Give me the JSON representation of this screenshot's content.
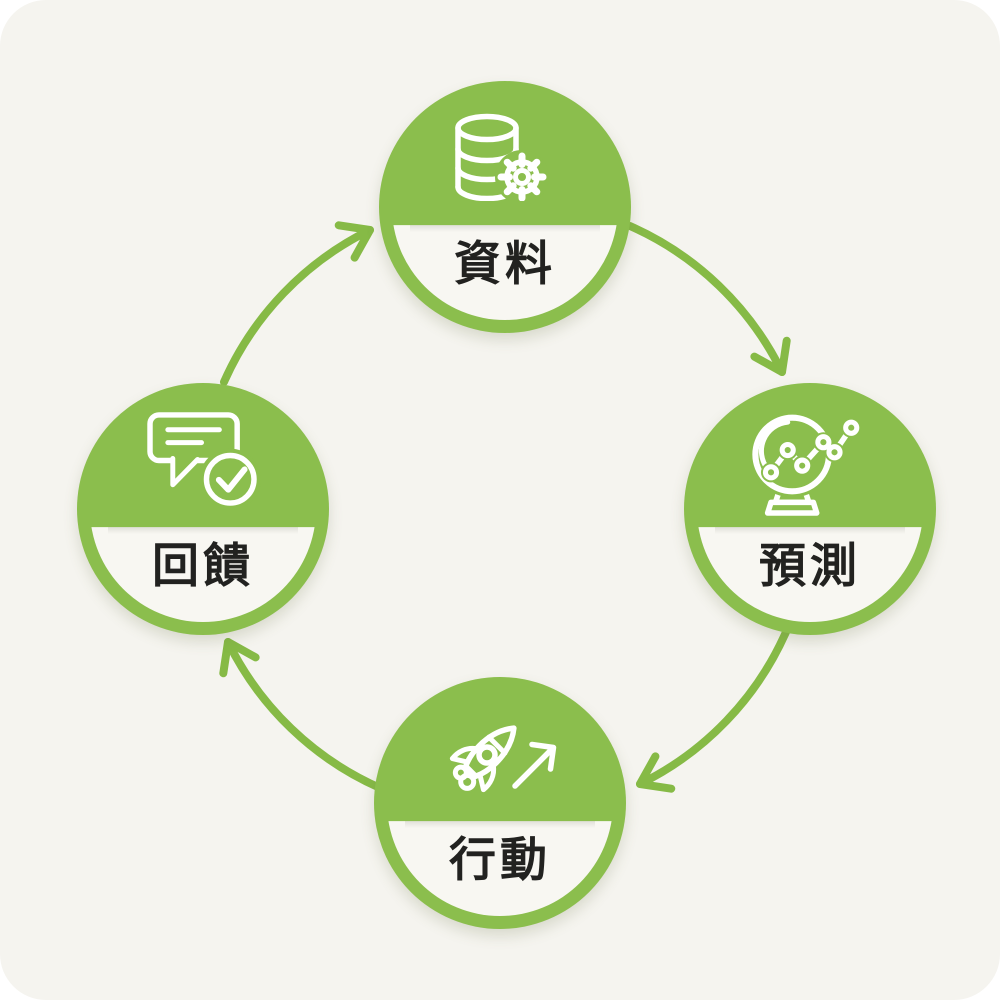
{
  "diagram": {
    "type": "cycle",
    "direction": "clockwise",
    "nodes": [
      {
        "label": "資料",
        "icon": "database-gear-icon",
        "position": "top"
      },
      {
        "label": "預測",
        "icon": "crystal-ball-trend-icon",
        "position": "right"
      },
      {
        "label": "行動",
        "icon": "rocket-launch-icon",
        "position": "bottom"
      },
      {
        "label": "回饋",
        "icon": "chat-feedback-check-icon",
        "position": "left"
      }
    ],
    "arrows": [
      {
        "from": "資料",
        "to": "預測"
      },
      {
        "from": "預測",
        "to": "行動"
      },
      {
        "from": "行動",
        "to": "回饋"
      },
      {
        "from": "回饋",
        "to": "資料"
      }
    ],
    "colors": {
      "node_fill": "#8bbe4d",
      "arrow": "#86ba46",
      "band": "#f8f7f2",
      "label_text": "#222220",
      "icon_stroke": "#ffffff",
      "canvas": "#f5f4ef",
      "page": "#ffffff"
    }
  }
}
